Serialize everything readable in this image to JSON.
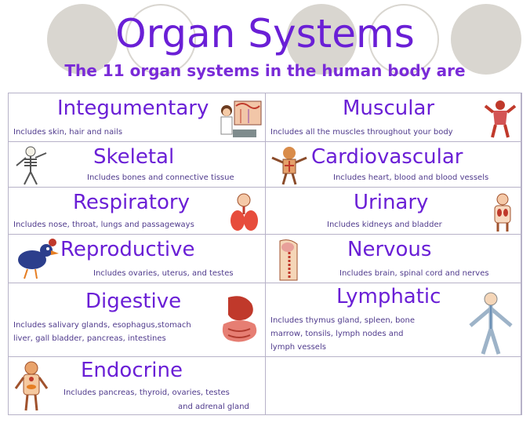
{
  "header": {
    "title": "Organ Systems",
    "subtitle": "The 11 organ systems in the human body are"
  },
  "systems": [
    {
      "name": "Integumentary",
      "desc": "Includes skin, hair and nails"
    },
    {
      "name": "Muscular",
      "desc": "Includes all the muscles throughout your body"
    },
    {
      "name": "Skeletal",
      "desc": "Includes bones and connective tissue"
    },
    {
      "name": "Cardiovascular",
      "desc": "Includes heart, blood and blood vessels"
    },
    {
      "name": "Respiratory",
      "desc": "Includes nose, throat, lungs and passageways"
    },
    {
      "name": "Urinary",
      "desc": "Includes kidneys and bladder"
    },
    {
      "name": "Reproductive",
      "desc": "Includes ovaries, uterus, and testes"
    },
    {
      "name": "Nervous",
      "desc": "Includes brain, spinal cord and nerves"
    },
    {
      "name": "Digestive",
      "desc_line1": "Includes salivary glands, esophagus,stomach",
      "desc_line2": "liver, gall bladder, pancreas, intestines"
    },
    {
      "name": "Lymphatic",
      "desc_line1": "Includes thymus gland, spleen, bone",
      "desc_line2": "marrow, tonsils, lymph nodes and",
      "desc_line3": "lymph vessels"
    },
    {
      "name": "Endocrine",
      "desc_line1": "Includes pancreas, thyroid, ovaries, testes",
      "desc_line2": "and adrenal gland"
    }
  ],
  "colors": {
    "title": "#6a1fd6",
    "text": "#4f3a8c",
    "border": "#b7b2c8",
    "circles": "#d9d6d0"
  }
}
